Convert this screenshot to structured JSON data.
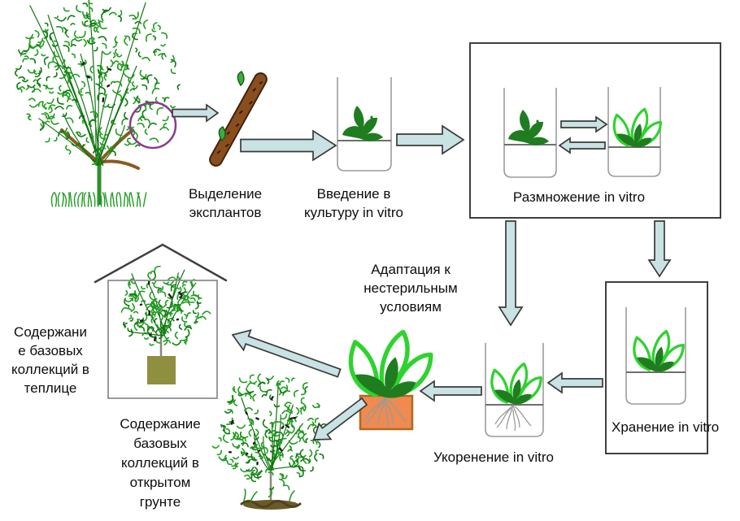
{
  "labels": {
    "explant_isolation": "Выделение\nэксплантов",
    "introduction": "Введение в\nкультуру in vitro",
    "propagation": "Размножение in vitro",
    "storage": "Хранение in vitro",
    "rooting": "Укоренение in vitro",
    "adaptation": "Адаптация к\nнестерильным\nусловиям",
    "greenhouse_collection": "Содержани\nе базовых\nколлекций в\nтеплице",
    "open_ground_collection": "Содержание\nбазовых\nколлекций в\nоткрытом\nгрунте"
  },
  "colors": {
    "background": "#ffffff",
    "arrow_fill": "#c9e2e4",
    "arrow_outline": "#3a3a3a",
    "box_border": "#3f3f3f",
    "tube_outline": "#9c9c9c",
    "medium_line": "#6e6e6e",
    "plant_dark_green": "#1f7d1f",
    "plant_bright_green": "#2ed32e",
    "bush_green": "#1f9c1f",
    "branch_brown": "#8a4e1e",
    "pot_orange": "#f08a50",
    "pot_olive": "#8f8f40",
    "highlight_circle_purple": "#8b3a8b",
    "text": "#0d0d0d"
  },
  "icons": {
    "donor_plant": "donor-bush-with-highlighted-branch",
    "highlight_circle": "purple-selection-circle",
    "explant": "stem-cutting-with-green-buds",
    "introduction_tube": "test-tube-with-plantlet",
    "propagation_tubes": "two-test-tubes-with-transfer-arrows",
    "storage_tube": "test-tube-with-multiple-shoots",
    "rooting_tube": "test-tube-with-rooted-plantlet",
    "adaptation_pot": "orange-pot-with-rooted-plant",
    "greenhouse": "greenhouse-house-with-potted-tree",
    "open_ground_plant": "tree-planted-in-open-soil"
  }
}
